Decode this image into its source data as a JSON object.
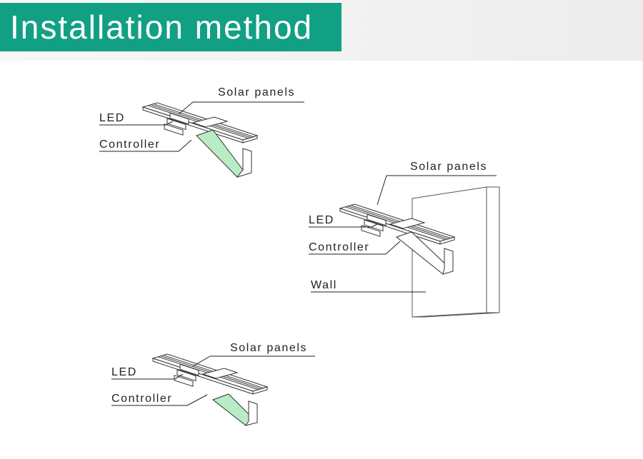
{
  "header": {
    "title": "Installation method",
    "accent_color": "#12a085"
  },
  "diagrams": [
    {
      "solar_panels": "Solar panels",
      "led": "LED",
      "controller": "Controller"
    },
    {
      "solar_panels": "Solar panels",
      "led": "LED",
      "controller": "Controller",
      "wall": "Wall"
    },
    {
      "solar_panels": "Solar panels",
      "led": "LED",
      "controller": "Controller"
    }
  ],
  "highlight_color": "#b9ecc4"
}
